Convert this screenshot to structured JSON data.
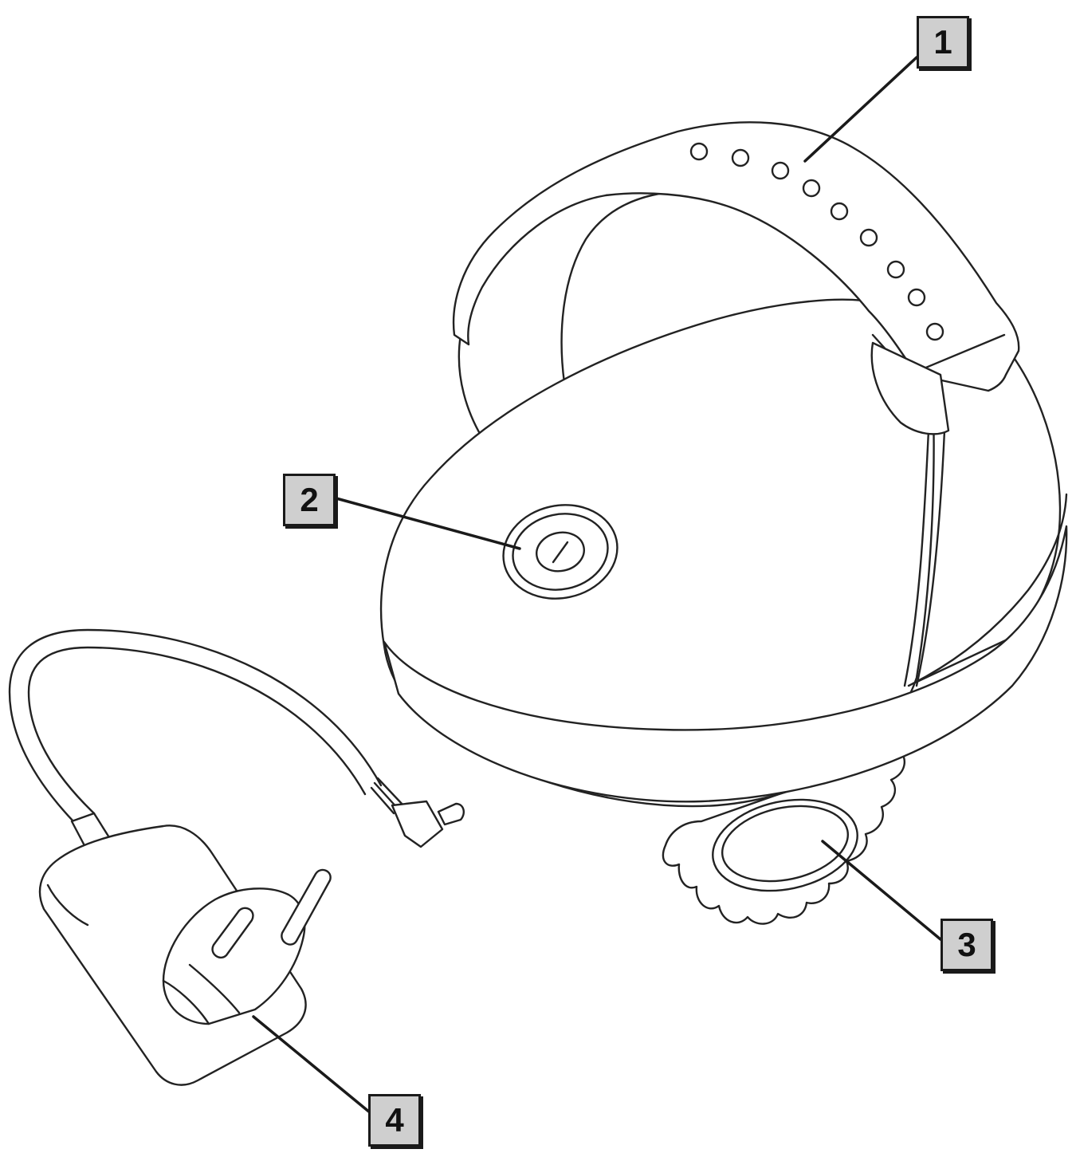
{
  "callouts": [
    {
      "number": "1"
    },
    {
      "number": "2"
    },
    {
      "number": "3"
    },
    {
      "number": "4"
    }
  ],
  "colors": {
    "line": "#222222",
    "label_fill": "#cfcfcf",
    "background": "#ffffff"
  }
}
